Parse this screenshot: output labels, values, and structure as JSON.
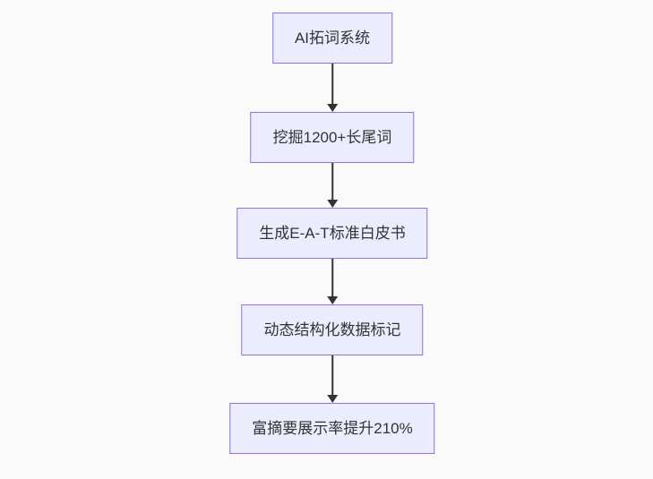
{
  "page": {
    "background_color": "#fafafa"
  },
  "flowchart": {
    "type": "flowchart",
    "direction": "top-down",
    "style": {
      "node_fill": "#ECECFF",
      "node_border": "#9370DB",
      "text_color": "#333333",
      "arrow_color": "#333333"
    },
    "nodes": [
      {
        "label": "AI拓词系统"
      },
      {
        "label": "挖掘1200+长尾词"
      },
      {
        "label": "生成E-A-T标准白皮书"
      },
      {
        "label": "动态结构化数据标记"
      },
      {
        "label": "富摘要展示率提升210%"
      }
    ],
    "edges": [
      {
        "from": "AI拓词系统",
        "to": "挖掘1200+长尾词"
      },
      {
        "from": "挖掘1200+长尾词",
        "to": "生成E-A-T标准白皮书"
      },
      {
        "from": "生成E-A-T标准白皮书",
        "to": "动态结构化数据标记"
      },
      {
        "from": "动态结构化数据标记",
        "to": "富摘要展示率提升210%"
      }
    ]
  }
}
